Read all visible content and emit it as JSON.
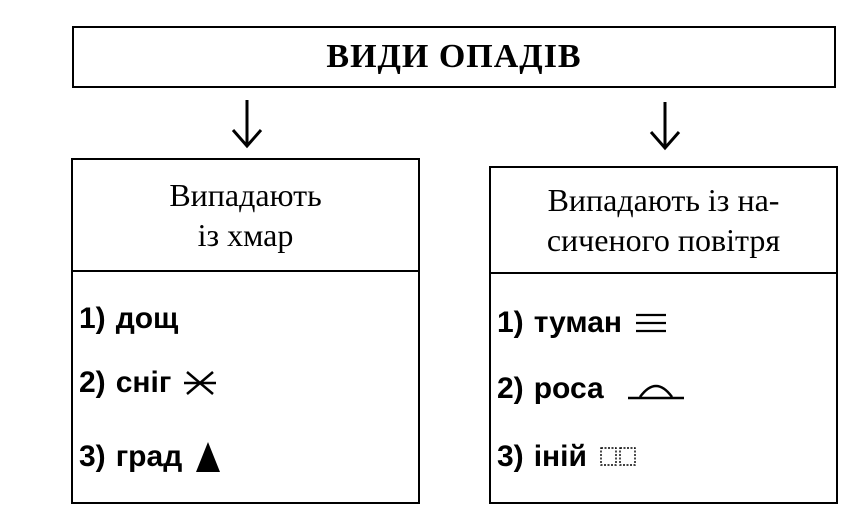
{
  "title": "ВИДИ ОПАДІВ",
  "left": {
    "header_line1": "Випадають",
    "header_line2": "із хмар",
    "items": [
      {
        "number": "1)",
        "label": "дощ",
        "icon": ""
      },
      {
        "number": "2)",
        "label": "сніг",
        "icon": "snow-asterisk-icon"
      },
      {
        "number": "3)",
        "label": "град",
        "icon": "hail-triangle-icon"
      }
    ]
  },
  "right": {
    "header_line1": "Випадають із на-",
    "header_line2": "сиченого повітря",
    "items": [
      {
        "number": "1)",
        "label": "туман",
        "icon": "fog-lines-icon"
      },
      {
        "number": "2)",
        "label": "роса",
        "icon": "dew-arc-icon"
      },
      {
        "number": "3)",
        "label": "іній",
        "icon": "frost-squares-icon"
      }
    ]
  },
  "colors": {
    "stroke": "#000000",
    "background": "#ffffff"
  }
}
